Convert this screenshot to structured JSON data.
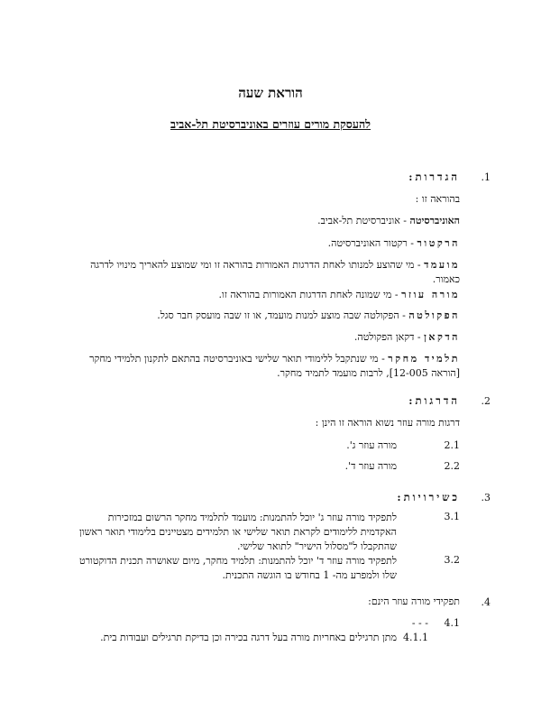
{
  "title": "הוראת שעה",
  "subtitle": "להעסקת מורים עוזרים באוניברסיטת תל-אביב",
  "s1": {
    "num": "1.",
    "heading": "הגדרות:",
    "intro": "בהוראה זו :",
    "d1_term": "האוניברסיטה",
    "d1_text": " - אוניברסיטת תל-אביב.",
    "d2_term": "הרקטור",
    "d2_text": " - רקטור האוניברסיטה.",
    "d3_term": "מועמד",
    "d3_text": " - מי שהוצע למנותו לאחת הדרגות האמורות בהוראה זו ומי שמוצע להאריך מינויו לדרגה כאמור.",
    "d4_term": "מורה עוזר",
    "d4_text": " - מי שמונה לאחת הדרגות האמורות בהוראה זו.",
    "d5_term": "הפקולטה",
    "d5_text": " - הפקולטה שבה מוצע למנות מועמד, או זו שבה מועסק חבר סגל.",
    "d6_term": "הדקאן",
    "d6_text": " - דקאן הפקולטה.",
    "d7_term": "תלמיד מחקר",
    "d7_text": " - מי שנתקבל ללימודי תואר שלישי באוניברסיטה בהתאם לתקנון תלמידי מחקר [הוראה 12-005], לרבות מועמד לתמיד מחקר."
  },
  "s2": {
    "num": "2.",
    "heading": "הדרגות:",
    "intro": "דרגות מורה עוזר נשוא הוראה זו הינן :",
    "i1_num": "2.1",
    "i1_text": "מורה עוזר ג'.",
    "i2_num": "2.2",
    "i2_text": "מורה עוזר ד'."
  },
  "s3": {
    "num": "3.",
    "heading": "כשירויות:",
    "i1_num": "3.1",
    "i1_text": "לתפקיד מורה עוזר ג' יוכל להתמנות: מועמד לתלמיד מחקר הרשום במזכירות האקדמית ללימודים לקראת תואר שלישי או תלמידים מצטיינים בלימודי תואר ראשון שהתקבלו ל\"מסלול הישיר\" לתואר שלישי.",
    "i2_num": "3.2",
    "i2_text": "לתפקיד מורה עוזר ד' יוכל להתמנות: תלמיד מחקר, מיום שאושרה תכנית הדוקטורט שלו ולמפרע מה- 1 בחודש בו הוגשה התכנית."
  },
  "s4": {
    "num": "4.",
    "intro": "תפקידי מורה עוזר הינם:",
    "i1_num": "4.1",
    "i1_text": "- - -",
    "i11_num": "4.1.1",
    "i11_text": "מתן תרגילים באחריות מורה בעל דרגה בכירה וכן בדיקת תרגילים ועבודות בית."
  }
}
